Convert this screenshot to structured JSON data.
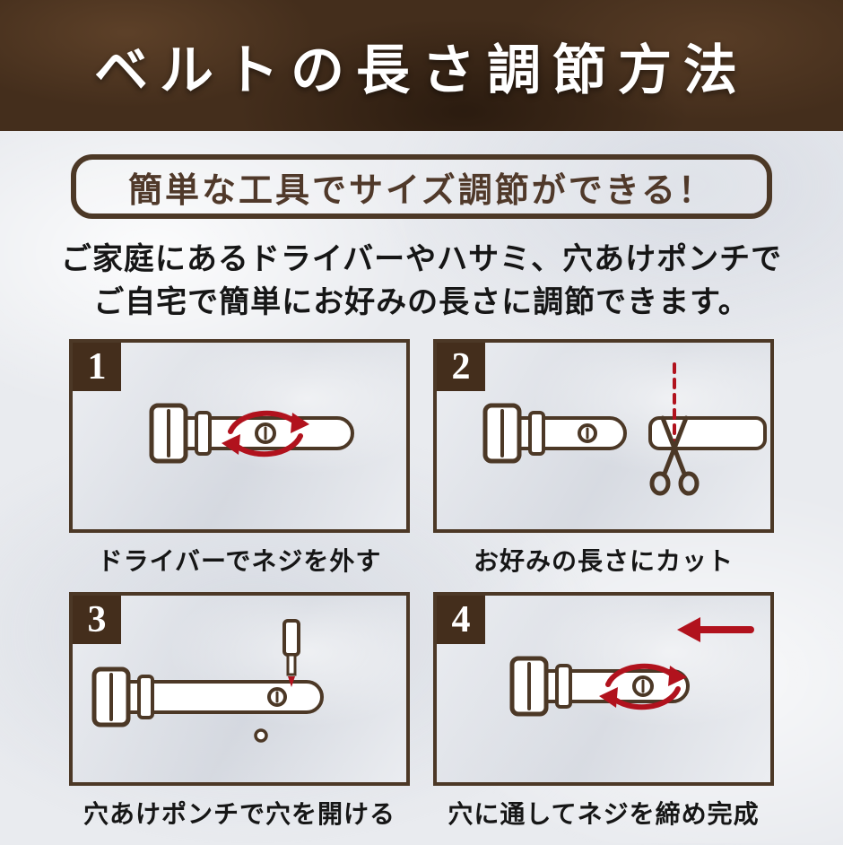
{
  "header": {
    "title": "ベルトの長さ調節方法"
  },
  "subtitle_banner": {
    "text": "簡単な工具でサイズ調節ができる！"
  },
  "intro": {
    "line1": "ご家庭にあるドライバーやハサミ、穴あけポンチで",
    "line2": "ご自宅で簡単にお好みの長さに調節できます。"
  },
  "steps": [
    {
      "number": "1",
      "caption": "ドライバーでネジを外す",
      "illustration": "belt-buckle-with-screw-and-red-rotation-arrows"
    },
    {
      "number": "2",
      "caption": "お好みの長さにカット",
      "illustration": "belt-cut-line-with-scissors"
    },
    {
      "number": "3",
      "caption": "穴あけポンチで穴を開ける",
      "illustration": "belt-with-hole-punch-tool"
    },
    {
      "number": "4",
      "caption": "穴に通してネジを締め完成",
      "illustration": "belt-screw-tighten-with-left-arrow"
    }
  ],
  "colors": {
    "leather_brown": "#442e1c",
    "frame_brown": "#4c3826",
    "accent_red": "#b1121d",
    "banner_text": "#ffffff",
    "subtitle_brown": "#50392a",
    "text_dark": "#161616",
    "marble_bg": "#e9ebef"
  }
}
